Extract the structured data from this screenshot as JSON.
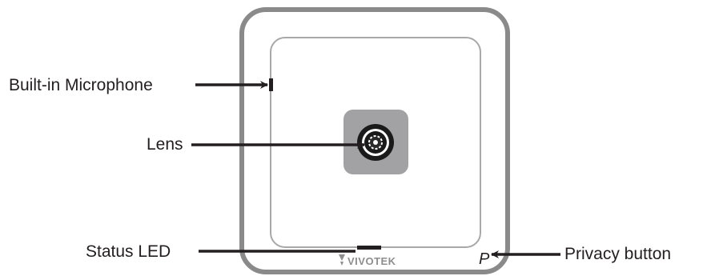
{
  "callouts": {
    "microphone": "Built-in Microphone",
    "lens": "Lens",
    "status_led": "Status LED",
    "privacy_button": "Privacy button"
  },
  "device": {
    "brand_logo_text": "VIVOTEK",
    "privacy_button_marking": "P"
  },
  "colors": {
    "housing_border": "#8a8a8a",
    "housing_fill": "#ffffff",
    "inner_panel_border": "#a8a8a8",
    "lens_plate": "#a2a2a4",
    "arrow": "#231f20",
    "text": "#231f20"
  }
}
